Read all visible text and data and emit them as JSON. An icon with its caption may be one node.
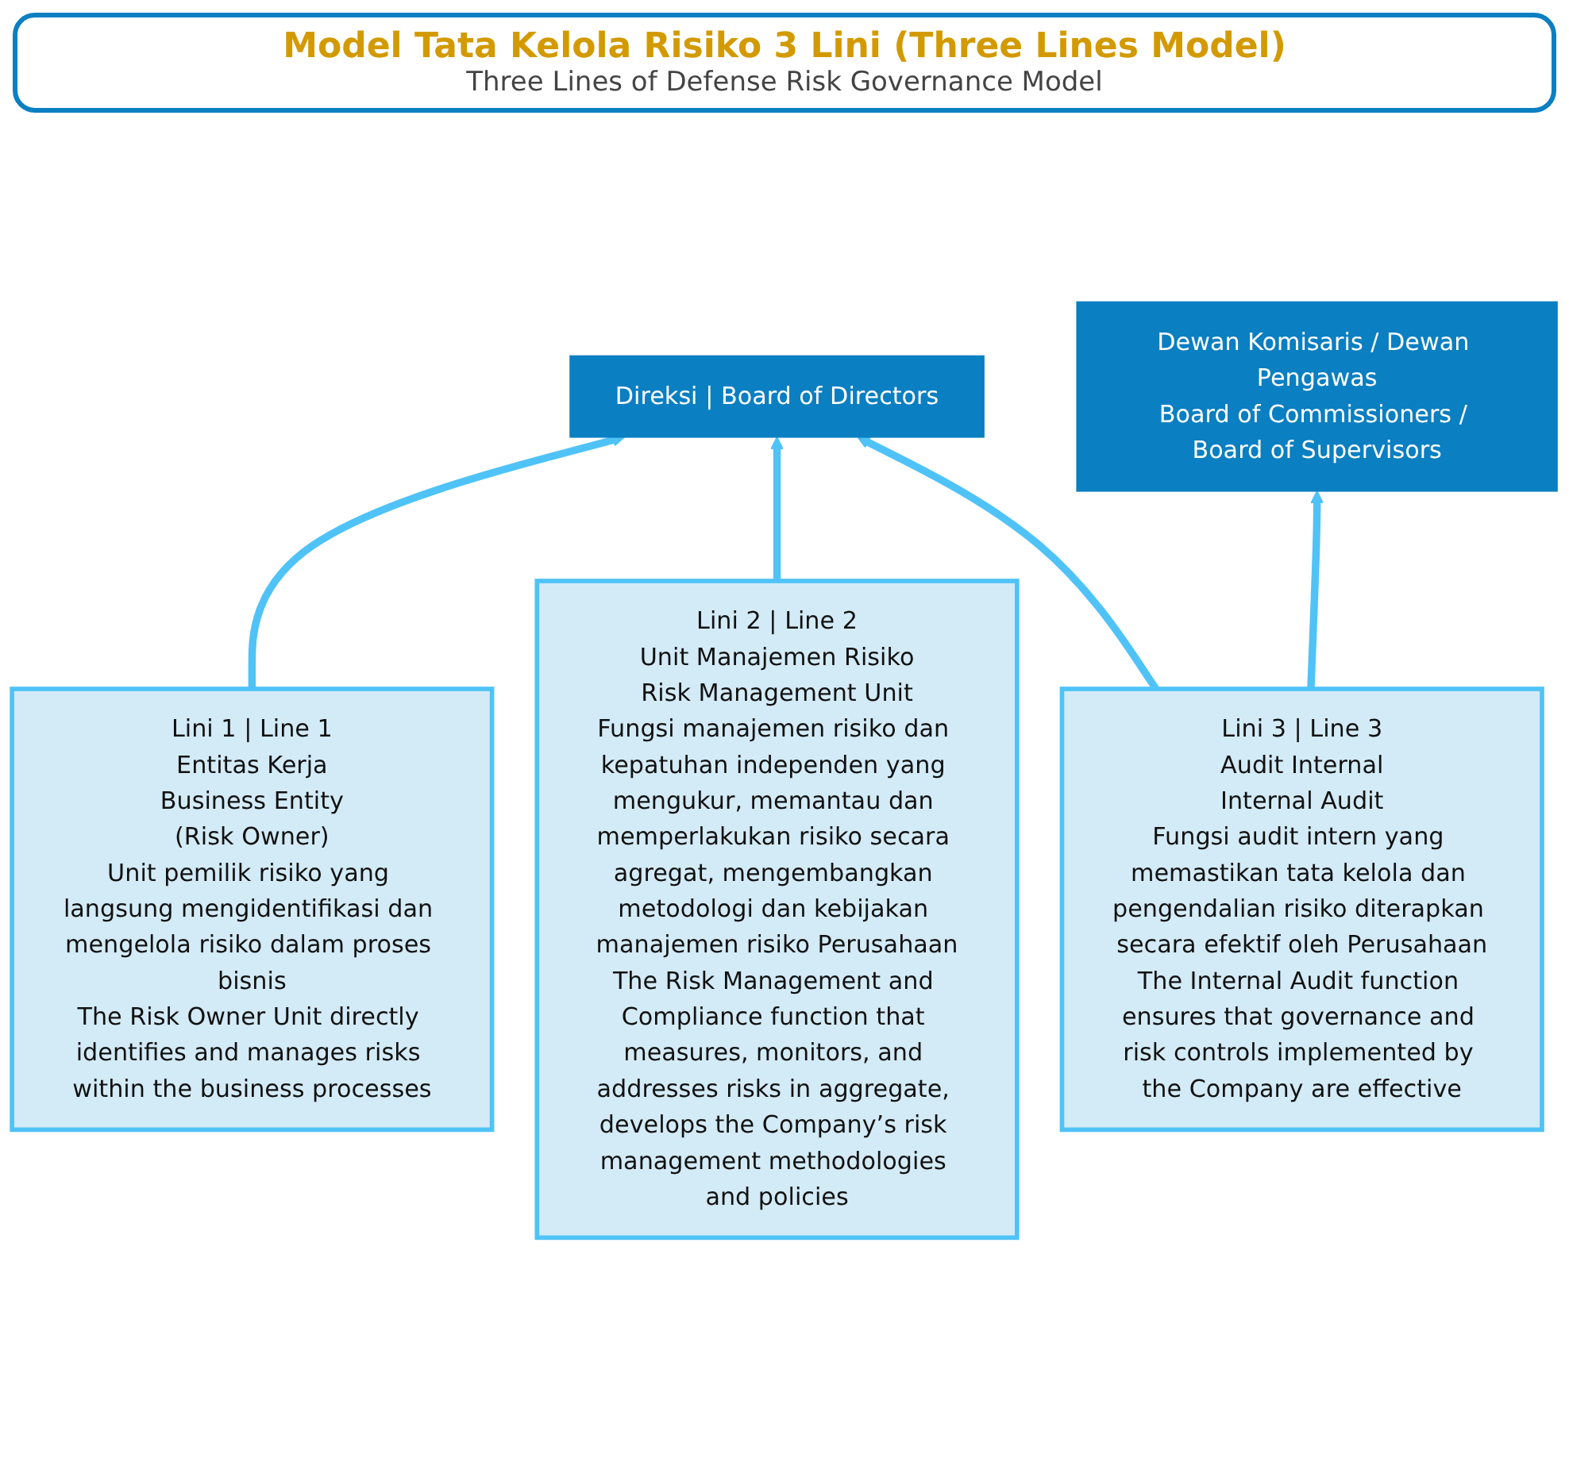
{
  "diagram": {
    "title": "Model Tata Kelola Risiko 3 Lini (Three Lines Model)",
    "nodes": [
      {
        "text": [
          "Dewan Komisaris / Dewan Pengawas",
          "Board of Commissioners / Board of Supervisors"
        ]
      },
      {
        "text": [
          "Direksi | Board of Directors"
        ]
      },
      {
        "text": [
          "Lini 1 | Line 1",
          "Entitas Kerja",
          "Business Entity",
          "(Risk Owner)",
          "Unit pemilik risiko yang langsung mengidentifikasi dan mengelola risiko dalam proses bisnis",
          "The Risk Owner Unit directly identifies and manages risks within the business processes"
        ]
      },
      {
        "text": [
          "Lini 2 | Line 2",
          "Unit Manajemen Risiko",
          "Risk Management Unit",
          "Fungsi manajemen risiko dan kepatuhan independen yang mengukur, memantau dan memperlakukan risiko secara agregat, mengembangkan metodologi dan kebijakan manajemen risiko Perusahaan",
          "The Risk Management and Compliance function that measures, monitors, and addresses risks in aggregate, develops the Company’s risk management methodologies and policies"
        ]
      },
      {
        "text": [
          "Lini 3 | Line 3",
          "Audit Internal",
          "Internal Audit",
          "Fungsi audit intern yang memastikan tata kelola dan pengendalian risiko diterapkan secara efektif oleh Perusahaan",
          "The Internal Audit function ensures that governance and risk controls implemented by the Company are effective"
        ]
      }
    ],
    "edges": [
      {
        "from": 2,
        "to": 1,
        "arrow": "to"
      },
      {
        "from": 3,
        "to": 1,
        "arrow": "to"
      },
      {
        "from": 4,
        "to": 1,
        "arrow": "to"
      },
      {
        "from": 4,
        "to": 0,
        "arrow": "to"
      }
    ],
    "labels": [
      "Three Lines of Defense Risk Governance Model"
    ]
  }
}
